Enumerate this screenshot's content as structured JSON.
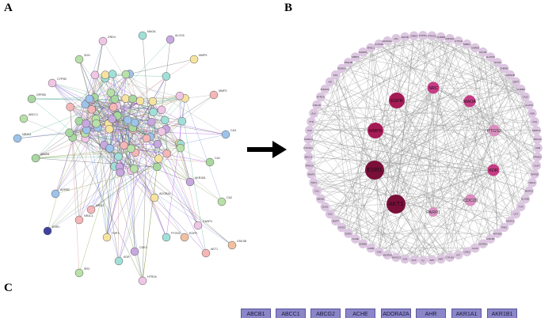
{
  "panels": {
    "a_label": "A",
    "b_label": "B",
    "c_label": "C"
  },
  "colors": {
    "arrow": "#000000",
    "circle_node": "#dcc6e0",
    "circle_edge": "#9a9a9a",
    "hub_dark": "#7a0f3a",
    "hub_mid": "#a61a55",
    "hub_light": "#c63c85",
    "gene_box_fill": "#8a86c8"
  },
  "network_a": {
    "labels": [
      "CYP3B",
      "ABCC1",
      "ABCB1",
      "ADRB2",
      "NR3C1",
      "TOP1",
      "CDK2",
      "PTGS2",
      "CASP3",
      "CA2",
      "CA1",
      "CA3",
      "MMP3",
      "MMP9",
      "ALOX5",
      "MAOA",
      "DRD4",
      "XDH",
      "GPR55",
      "NR3A1",
      "NR1I2",
      "ADORA1",
      "AKR1B1",
      "KDR",
      "HTR2A",
      "SRC",
      "ESR1",
      "EGFR",
      "AKT1",
      "GSK3B"
    ]
  },
  "network_b": {
    "hubs": [
      {
        "label": "AKT1",
        "size": "xl",
        "tone": "dark"
      },
      {
        "label": "ESR1",
        "size": "xl",
        "tone": "dark"
      },
      {
        "label": "MMP9",
        "size": "l",
        "tone": "mid"
      },
      {
        "label": "EGFR",
        "size": "l",
        "tone": "mid"
      },
      {
        "label": "SRC",
        "size": "m",
        "tone": "light"
      },
      {
        "label": "MAOA",
        "size": "m",
        "tone": "light"
      },
      {
        "label": "PTGS2",
        "size": "m",
        "tone": "pale"
      },
      {
        "label": "KDR",
        "size": "m",
        "tone": "light"
      },
      {
        "label": "CDC20",
        "size": "m",
        "tone": "pale"
      },
      {
        "label": "PARP1",
        "size": "s",
        "tone": "pale"
      }
    ],
    "ring_labels": [
      "PTPN1",
      "PTGS1",
      "CHRM5",
      "HSP90A",
      "CYP19",
      "MMP1",
      "CHRM3",
      "IGF1R",
      "ALOX15",
      "NOS2",
      "CHRM1",
      "GRIN2B",
      "SERT",
      "CHRM2",
      "CA12",
      "ALOX5",
      "XDH",
      "CA9",
      "MMP12",
      "ABCG2",
      "AHR",
      "PPARG",
      "CA14",
      "GPR55",
      "NR1I2",
      "MMP13",
      "ELANE",
      "TYR",
      "CA7",
      "MAPK1",
      "PIM1",
      "AKR1B1",
      "GSK3B",
      "ADORA1",
      "CA13",
      "CDK2",
      "KIT",
      "CYP1A2",
      "MET",
      "APP",
      "F2",
      "SYK",
      "CA4",
      "AKR1C3",
      "ADORA3",
      "CA6",
      "CA5B",
      "ADRB2",
      "ACHE",
      "ESR2",
      "NOS3",
      "MAPT",
      "CA2",
      "CDK1",
      "ABCB1",
      "CA1",
      "TOP1",
      "MMP2",
      "PRKCA",
      "ABCC1",
      "CYP3A4",
      "AKR1A1",
      "CA3",
      "TTR",
      "ALK",
      "CSF1R",
      "HTR2A",
      "PIK3CG",
      "AR",
      "F10",
      "KDM1A",
      "PDE4B",
      "MMP3",
      "CHRM4",
      "NR3C1",
      "CYP1B1",
      "ADORA2A",
      "AXL",
      "MAOB",
      "DRD4"
    ]
  },
  "panel_c": {
    "genes": [
      "ABCB1",
      "ABCC1",
      "ABCG2",
      "ACHE",
      "ADORA2A",
      "AHR",
      "AKR1A1",
      "AKR1B1"
    ]
  }
}
